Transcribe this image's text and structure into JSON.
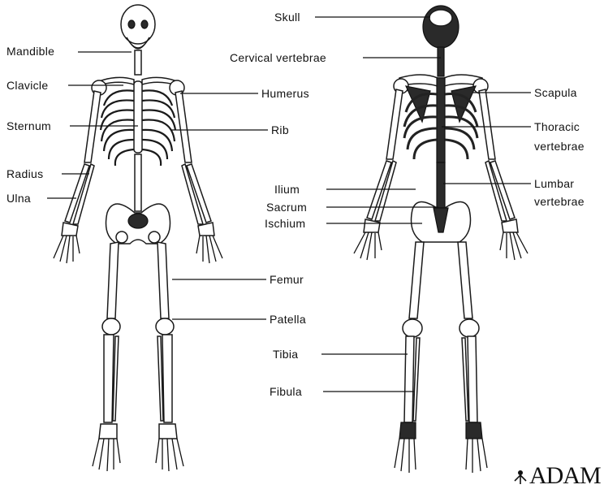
{
  "labels": {
    "mandible": "Mandible",
    "clavicle": "Clavicle",
    "sternum": "Sternum",
    "radius": "Radius",
    "ulna": "Ulna",
    "skull": "Skull",
    "cervical_vertebrae": "Cervical vertebrae",
    "humerus": "Humerus",
    "rib": "Rib",
    "ilium": "Ilium",
    "sacrum": "Sacrum",
    "ischium": "Ischium",
    "femur": "Femur",
    "patella": "Patella",
    "tibia": "Tibia",
    "fibula": "Fibula",
    "scapula": "Scapula",
    "thoracic_vertebrae_line1": "Thoracic",
    "thoracic_vertebrae_line2": "vertebrae",
    "lumbar_vertebrae_line1": "Lumbar",
    "lumbar_vertebrae_line2": "vertebrae"
  },
  "logo": {
    "text": "ADAM"
  }
}
